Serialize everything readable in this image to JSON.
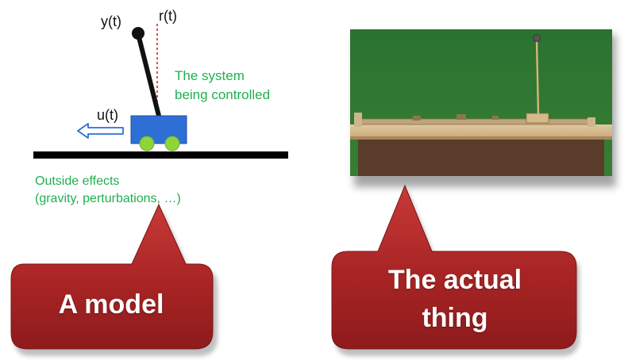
{
  "diagram": {
    "labels": {
      "y": "y(t)",
      "r": "r(t)",
      "u": "u(t)",
      "system_line1": "The system",
      "system_line2": "being controlled",
      "outside_line1": "Outside effects",
      "outside_line2": "(gravity, perturbations, …)"
    }
  },
  "callouts": {
    "model": "A model",
    "actual_line1": "The actual",
    "actual_line2": "thing"
  },
  "colors": {
    "green_text": "#1fb050",
    "cart_blue": "#2e6fd6",
    "wheel_green": "#8ed43a",
    "callout_red": "#b32a2a",
    "chalkboard_green": "#2f7a2e"
  }
}
